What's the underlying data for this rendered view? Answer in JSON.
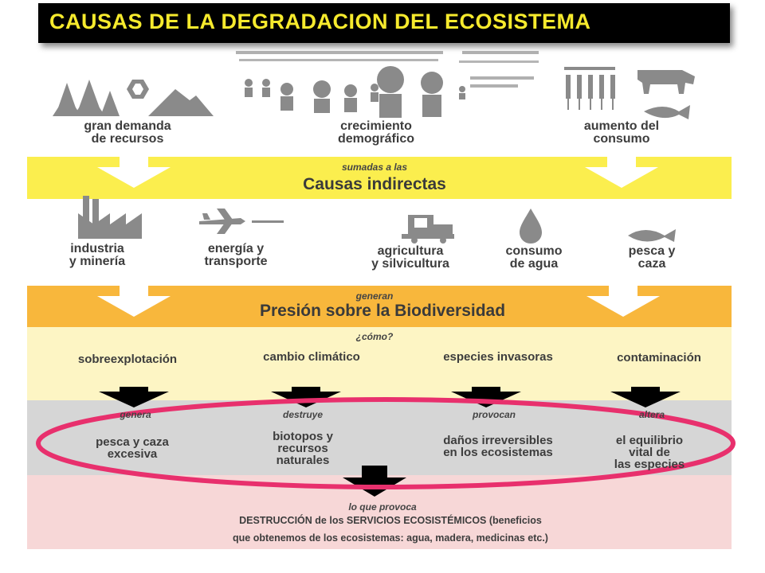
{
  "title": "CAUSAS DE LA DEGRADACION DEL ECOSISTEMA",
  "top_causes": [
    {
      "line1": "gran demanda",
      "line2": "de recursos",
      "icon": "trees-hexagon-mountain-icon"
    },
    {
      "line1": "crecimiento",
      "line2": "demográfico",
      "icon": "people-crowd-icon"
    },
    {
      "line1": "aumento del",
      "line2": "consumo",
      "icon": "wheat-ox-fish-icon"
    }
  ],
  "band1": {
    "small": "sumadas a las",
    "big": "Causas indirectas",
    "color": "#fbee4e"
  },
  "indirect_causes": [
    {
      "line1": "industria",
      "line2": "y minería",
      "icon": "factory-icon"
    },
    {
      "line1": "energía y",
      "line2": "transporte",
      "icon": "airplane-icon"
    },
    {
      "line1": "agricultura",
      "line2": "y silvicultura",
      "icon": "tractor-icon"
    },
    {
      "line1": "consumo",
      "line2": "de agua",
      "icon": "water-drop-icon"
    },
    {
      "line1": "pesca y",
      "line2": "caza",
      "icon": "fish-icon"
    }
  ],
  "band2": {
    "small": "generan",
    "big": "Presión sobre la Biodiversidad",
    "small2": "¿cómo?",
    "color": "#f8b73c"
  },
  "pressures": [
    "sobreexplotación",
    "cambio climático",
    "especies invasoras",
    "contaminación"
  ],
  "effects": [
    {
      "verb": "genera",
      "lines": [
        "pesca y caza",
        "excesiva"
      ]
    },
    {
      "verb": "destruye",
      "lines": [
        "biotopos y",
        "recursos",
        "naturales"
      ]
    },
    {
      "verb": "provocan",
      "lines": [
        "daños irreversibles",
        "en los ecosistemas"
      ]
    },
    {
      "verb": "altera",
      "lines": [
        "el equilibrio",
        "vital de",
        "las especies"
      ]
    }
  ],
  "bottom": {
    "small": "lo que provoca",
    "line1": "DESTRUCCIÓN de los SERVICIOS ECOSISTÉMICOS (beneficios",
    "line2": "que obtenemos de los ecosistemas: agua, madera, medicinas etc.)"
  },
  "colors": {
    "title_bg": "#000000",
    "title_text": "#f6ea2d",
    "yellow_band": "#fbee4e",
    "orange_band": "#f8b73c",
    "cream_band": "#fdf5c4",
    "gray_band": "#d6d6d6",
    "pink_band": "#f7d7d7",
    "ellipse": "#e8306d",
    "icon_gray": "#8a8a8a"
  }
}
